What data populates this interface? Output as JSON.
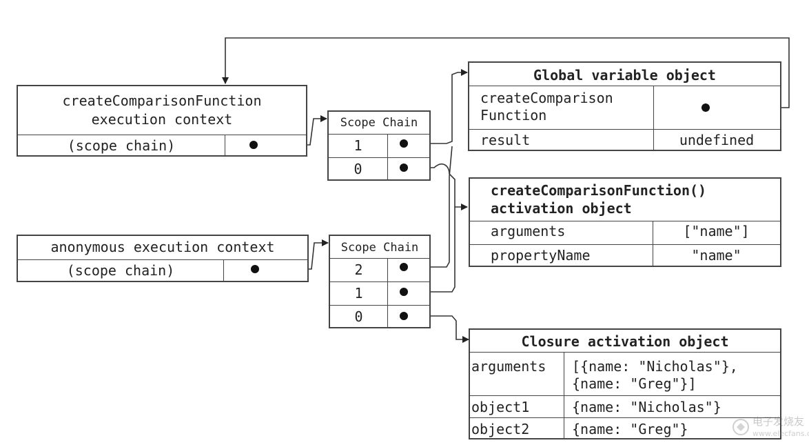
{
  "contexts": {
    "create": {
      "title_line1": "createComparisonFunction",
      "title_line2": "execution context",
      "scope_label": "(scope chain)"
    },
    "anon": {
      "title": "anonymous execution context",
      "scope_label": "(scope chain)"
    }
  },
  "scope_chains": {
    "top": {
      "header": "Scope Chain",
      "rows": [
        "1",
        "0"
      ]
    },
    "bottom": {
      "header": "Scope Chain",
      "rows": [
        "2",
        "1",
        "0"
      ]
    }
  },
  "global_object": {
    "title": "Global variable object",
    "rows": [
      {
        "name_line1": "createComparison",
        "name_line2": "Function",
        "value": ""
      },
      {
        "name": "result",
        "value": "undefined"
      }
    ]
  },
  "activation_object": {
    "title_line1": "createComparisonFunction()",
    "title_line2": "activation object",
    "rows": [
      {
        "name": "arguments",
        "value": "[\"name\"]"
      },
      {
        "name": "propertyName",
        "value": "\"name\""
      }
    ]
  },
  "closure_object": {
    "title": "Closure activation object",
    "rows": [
      {
        "name": "arguments",
        "value_line1": "[{name: \"Nicholas\"},",
        "value_line2": "{name: \"Greg\"}]"
      },
      {
        "name": "object1",
        "value": "{name: \"Nicholas\"}"
      },
      {
        "name": "object2",
        "value": "{name: \"Greg\"}"
      }
    ]
  },
  "watermark": {
    "text": "电子发烧友",
    "sub": "www.elecfans.com"
  }
}
